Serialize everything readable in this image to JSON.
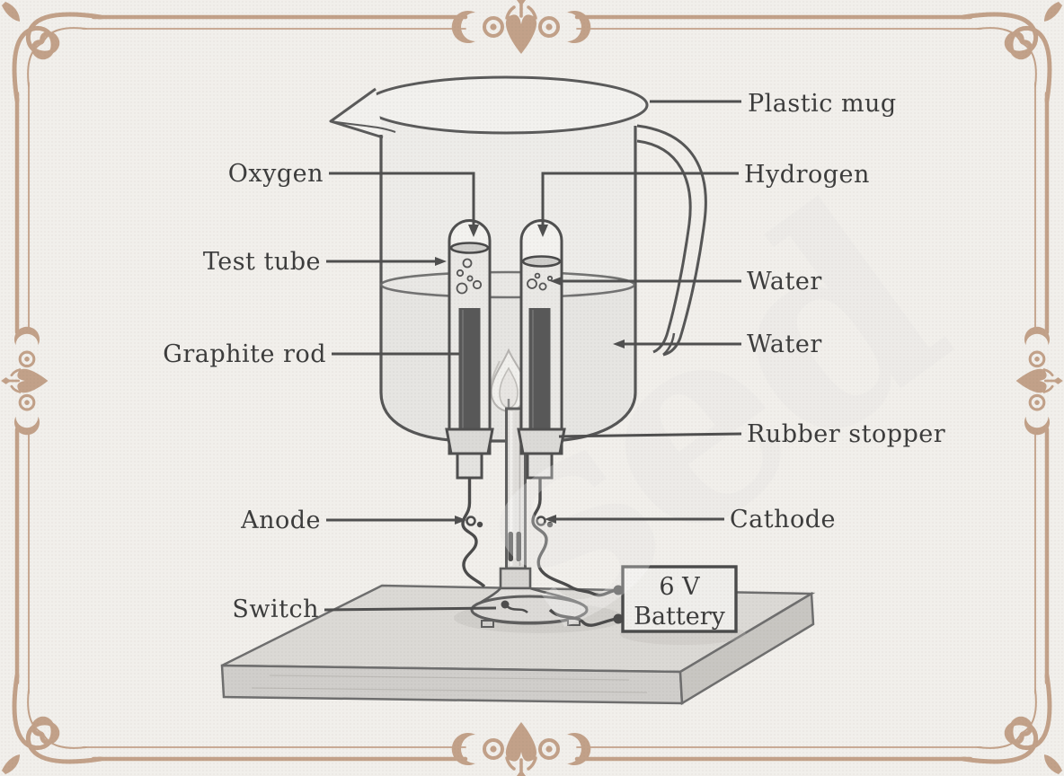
{
  "figure": {
    "type": "science-diagram",
    "subject": "electrolysis-of-water-apparatus",
    "labels": {
      "plastic_mug": "Plastic mug",
      "oxygen": "Oxygen",
      "hydrogen": "Hydrogen",
      "test_tube": "Test tube",
      "water_surface": "Water",
      "water_body": "Water",
      "graphite_rod": "Graphite rod",
      "rubber_stopper": "Rubber stopper",
      "anode": "Anode",
      "cathode": "Cathode",
      "switch": "Switch",
      "battery_line1": "6 V",
      "battery_line2": "Battery"
    },
    "watermark": "sed",
    "colors": {
      "paper": "#f1efeb",
      "frame": "#c2a189",
      "ink": "#565656",
      "label_text": "#3c3c3c",
      "graphite": "#565656",
      "watermark": "#e6e4e0"
    }
  }
}
